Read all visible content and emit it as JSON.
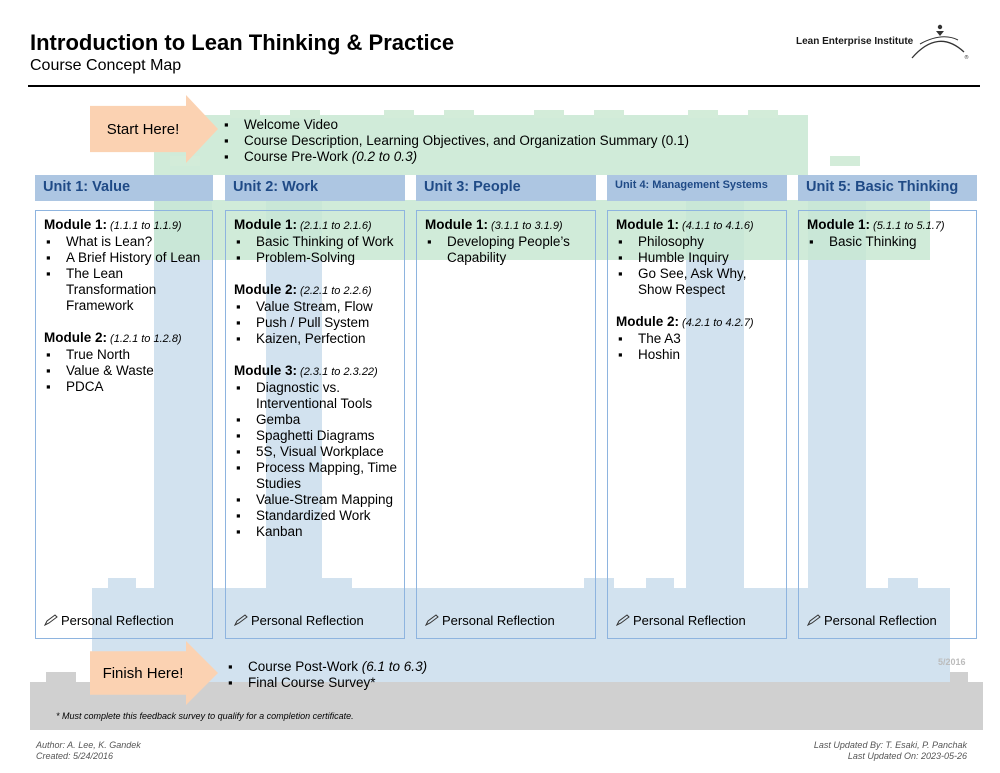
{
  "header": {
    "title": "Introduction to Lean Thinking & Practice",
    "subtitle": "Course Concept Map",
    "logo_text": "Lean Enterprise Institute"
  },
  "start": {
    "arrow_label": "Start Here!",
    "items": [
      {
        "text": "Welcome Video",
        "note": ""
      },
      {
        "text": "Course Description, Learning Objectives, and Organization Summary (0.1)",
        "note": ""
      },
      {
        "text": "Course Pre-Work ",
        "note": "(0.2 to 0.3)"
      }
    ]
  },
  "units": [
    {
      "title": "Unit 1: Value",
      "modules": [
        {
          "label": "Module 1:",
          "range": " (1.1.1 to 1.1.9)",
          "items": [
            "What is Lean?",
            "A Brief History of Lean",
            "The Lean Transformation Framework"
          ]
        },
        {
          "label": "Module 2:",
          "range": " (1.2.1 to 1.2.8)",
          "items": [
            "True North",
            "Value & Waste",
            "PDCA"
          ]
        }
      ],
      "reflection": "Personal Reflection"
    },
    {
      "title": "Unit 2: Work",
      "modules": [
        {
          "label": "Module 1:",
          "range": " (2.1.1 to 2.1.6)",
          "items": [
            "Basic Thinking of Work",
            "Problem-Solving"
          ]
        },
        {
          "label": "Module 2:",
          "range": " (2.2.1 to 2.2.6)",
          "items": [
            "Value Stream, Flow",
            "Push / Pull System",
            "Kaizen, Perfection"
          ]
        },
        {
          "label": "Module 3:",
          "range": " (2.3.1 to 2.3.22)",
          "items": [
            "Diagnostic vs. Interventional Tools",
            "Gemba",
            "Spaghetti Diagrams",
            "5S, Visual Workplace",
            "Process Mapping, Time Studies",
            "Value-Stream Mapping",
            "Standardized Work",
            "Kanban"
          ]
        }
      ],
      "reflection": "Personal Reflection"
    },
    {
      "title": "Unit 3: People",
      "modules": [
        {
          "label": "Module 1:",
          "range": " (3.1.1 to 3.1.9)",
          "items": [
            "Developing People’s Capability"
          ]
        }
      ],
      "reflection": "Personal Reflection"
    },
    {
      "title": "Unit 4: Management Systems",
      "modules": [
        {
          "label": "Module 1:",
          "range": " (4.1.1 to 4.1.6)",
          "items": [
            "Philosophy",
            "Humble Inquiry",
            "Go See, Ask Why, Show Respect"
          ]
        },
        {
          "label": "Module 2:",
          "range": " (4.2.1 to 4.2.7)",
          "items": [
            "The A3",
            "Hoshin"
          ]
        }
      ],
      "reflection": "Personal Reflection"
    },
    {
      "title": "Unit 5: Basic Thinking",
      "modules": [
        {
          "label": "Module 1:",
          "range": " (5.1.1 to 5.1.7)",
          "items": [
            "Basic Thinking"
          ]
        }
      ],
      "reflection": "Personal Reflection"
    }
  ],
  "finish": {
    "arrow_label": "Finish Here!",
    "items": [
      {
        "text": "Course Post-Work ",
        "note": "(6.1 to 6.3)"
      },
      {
        "text": "Final Course Survey*",
        "note": ""
      }
    ]
  },
  "date_stamp": "5/2016",
  "footnote": "* Must complete this feedback survey to qualify for a completion certificate.",
  "footer": {
    "author": "Author: A. Lee, K. Gandek",
    "created": "Created: 5/24/2016",
    "updated_by": "Last Updated By: T. Esaki, P. Panchak",
    "updated_on": "Last Updated On: 2023-05-26"
  },
  "colors": {
    "unit_header_bg": "#adc6e2",
    "unit_header_text": "#1f4a86",
    "unit_border": "#8eb4df",
    "arrow": "#fbd2b2",
    "green_bg": "#d3ecd9",
    "blue_bg": "#d2e2ef",
    "gray_bg": "#d0d0d0"
  }
}
